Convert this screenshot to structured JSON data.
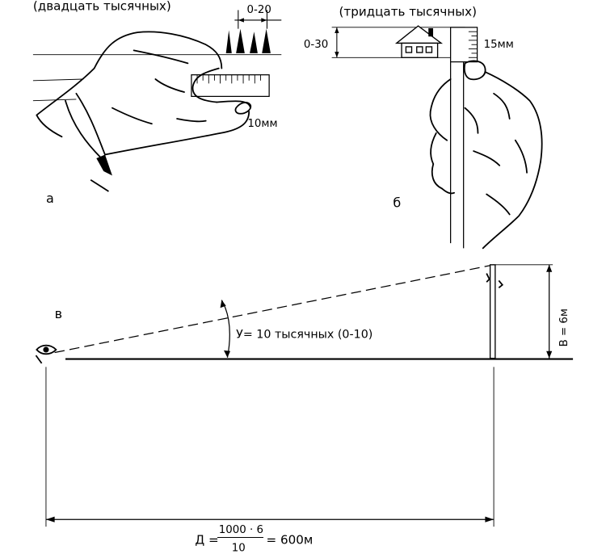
{
  "panel_a": {
    "caption": "(двадцать тысячных)",
    "spacing_label": "0-20",
    "ruler_label": "10мм",
    "letter": "а"
  },
  "panel_b": {
    "caption": "(тридцать тысячных)",
    "height_label": "0-30",
    "ruler_label": "15мм",
    "letter": "б"
  },
  "panel_c": {
    "letter": "в",
    "angle_label": "У= 10 тысячных (0-10)",
    "height_label": "В = 6м",
    "formula": {
      "lhs": "Д =",
      "numerator": "1000 · 6",
      "denominator": "10",
      "rhs": "= 600м"
    }
  }
}
